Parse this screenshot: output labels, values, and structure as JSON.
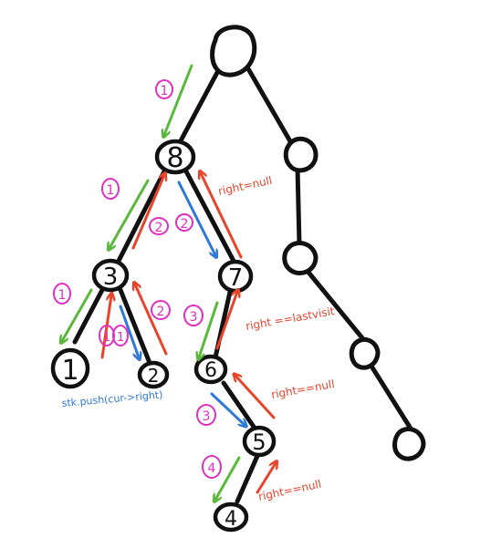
{
  "colors": {
    "ink": "#111111",
    "green": "#5ab83a",
    "red": "#e8442c",
    "blue": "#2e78d8",
    "magenta": "#e030c0"
  },
  "tree": {
    "node_8": "8",
    "node_3": "3",
    "node_1": "1",
    "node_2": "2",
    "node_7": "7",
    "node_6": "6",
    "node_5": "5",
    "node_4": "4"
  },
  "steps": {
    "s1": "1",
    "s2": "2",
    "s3": "3",
    "s4": "4"
  },
  "notes": {
    "right_null_top": "right=null",
    "right_lastvisit": "right ==lastvisit",
    "right_null_mid": "right==null",
    "right_null_bottom": "right==null",
    "stk_push": "stk.push(cur->right)"
  }
}
